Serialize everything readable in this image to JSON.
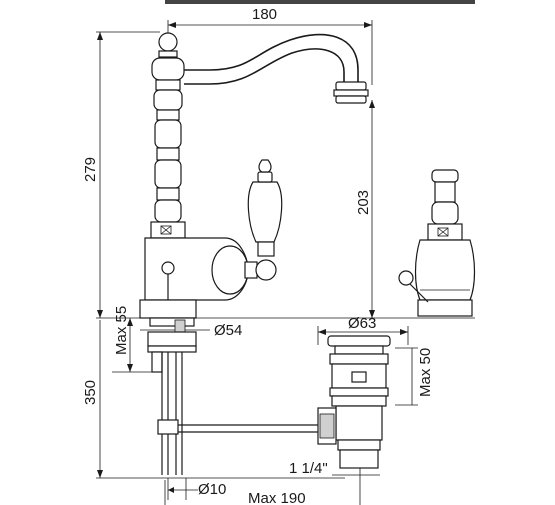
{
  "dimensions": {
    "spout_reach": "180",
    "total_height": "279",
    "spout_height": "203",
    "max_deck": "Max 55",
    "base_diameter": "Ø54",
    "waste_diameter": "Ø63",
    "max_waste": "Max 50",
    "below_deck": "350",
    "thread": "1 1/4\"",
    "rod_diameter": "Ø10",
    "max_rod": "Max 190"
  }
}
